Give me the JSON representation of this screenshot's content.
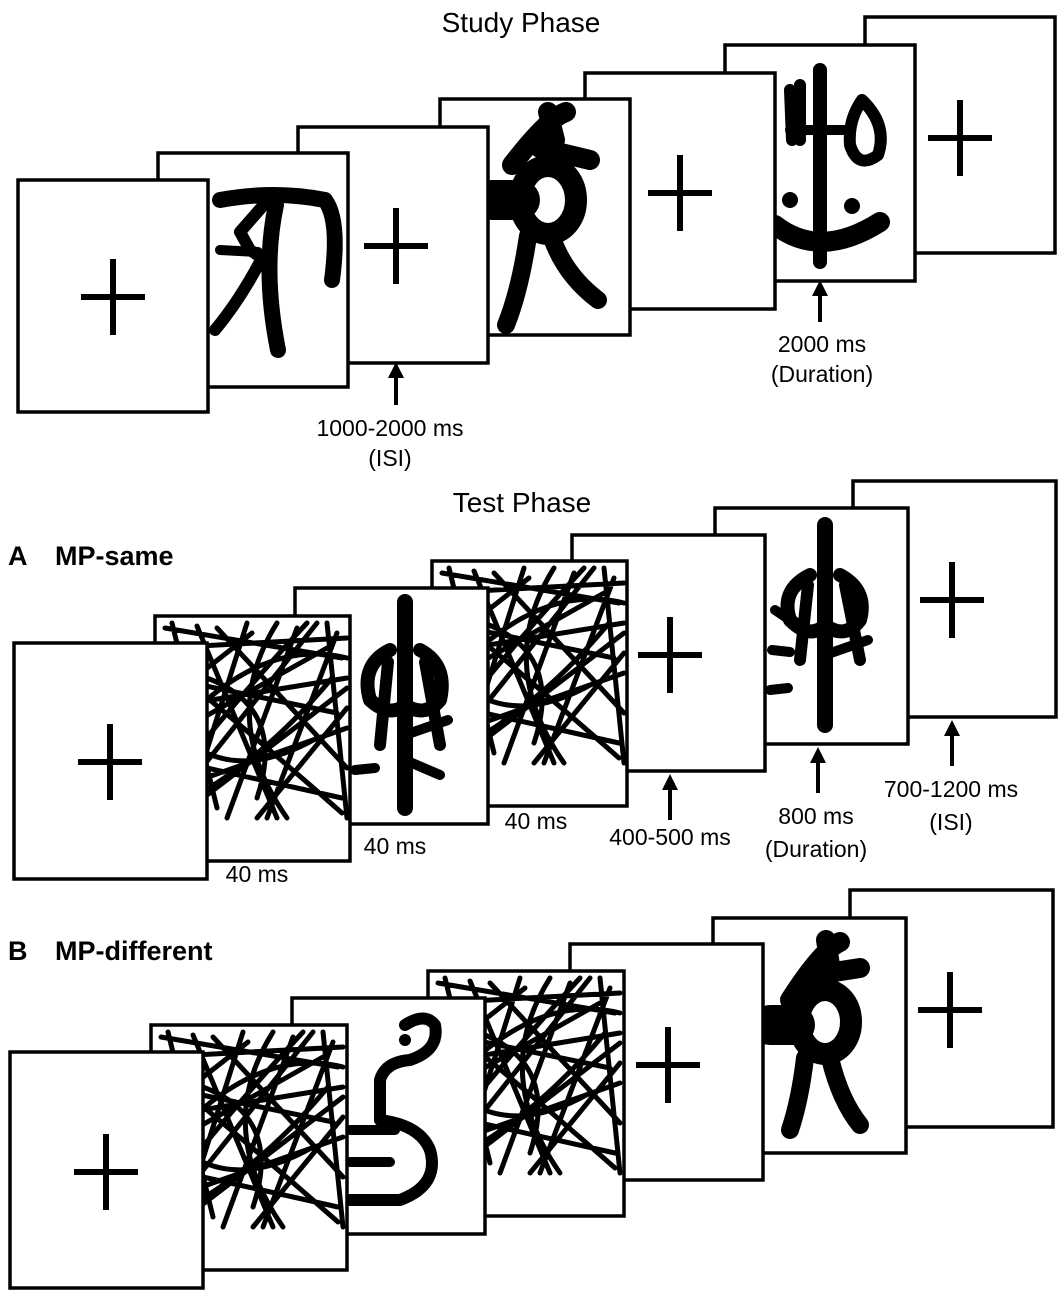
{
  "study": {
    "title": "Study Phase",
    "isi_time": "1000-2000 ms",
    "isi_note": "(ISI)",
    "duration_time": "2000 ms",
    "duration_note": "(Duration)"
  },
  "test": {
    "title": "Test Phase",
    "condition_a": {
      "letter": "A",
      "name": "MP-same"
    },
    "condition_b": {
      "letter": "B",
      "name": "MP-different"
    },
    "mask1_time": "40 ms",
    "prime_time": "40 ms",
    "mask2_time": "40 ms",
    "fix_time": "400-500 ms",
    "target_time": "800 ms",
    "target_note": "(Duration)",
    "isi_time": "700-1200 ms",
    "isi_note": "(ISI)"
  }
}
